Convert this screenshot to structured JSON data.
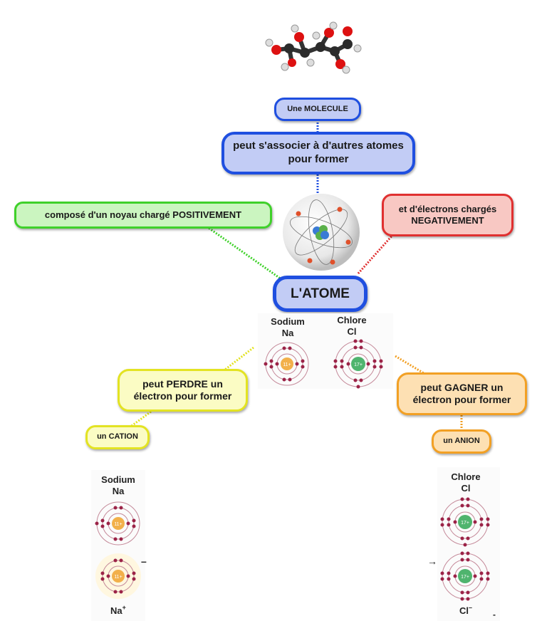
{
  "nodes": {
    "atome": "L'ATOME",
    "molecule": "Une MOLECULE",
    "associer": "peut s'associer à d'autres atomes pour former",
    "noyau": "composé d'un noyau chargé POSITIVEMENT",
    "electrons": "et d'électrons chargés NEGATIVEMENT",
    "perdre": "peut PERDRE un électron pour former",
    "gagner": "peut GAGNER un électron pour former",
    "cation": "un CATION",
    "anion": "un ANION"
  },
  "top_atoms": {
    "sodium_name": "Sodium",
    "sodium_symbol": "Na",
    "sodium_nucleus": "11+",
    "chlore_name": "Chlore",
    "chlore_symbol": "Cl",
    "chlore_nucleus": "17+"
  },
  "cation_panel": {
    "name": "Sodium",
    "symbol": "Na",
    "nucleus": "11+",
    "ion_symbol": "Na",
    "ion_charge": "+",
    "minus_mark": "–"
  },
  "anion_panel": {
    "name": "Chlore",
    "symbol": "Cl",
    "nucleus": "17+",
    "ion_symbol": "Cl",
    "ion_charge": "–",
    "arrow": "→",
    "minus_mark": "-"
  },
  "colors": {
    "blue_border": "#1f4fe0",
    "blue_fill": "#c2ccf5",
    "green_border": "#3fd12a",
    "green_fill": "#cbf5c0",
    "red_border": "#e03030",
    "red_fill": "#f8c8c3",
    "yellow_border": "#e3e322",
    "yellow_fill": "#fbfcc4",
    "orange_border": "#f2a024",
    "orange_fill": "#fde0b3",
    "sodium_nucleus": "#f2b04a",
    "chlore_nucleus": "#4fb46e",
    "electron": "#9b2347"
  },
  "icons": [
    "glucose-molecule-model",
    "atom-orbital-model"
  ]
}
